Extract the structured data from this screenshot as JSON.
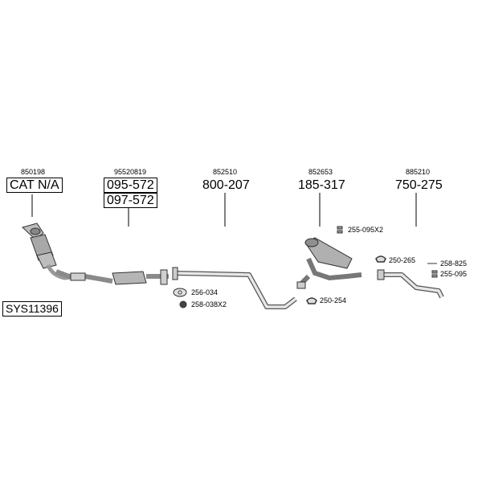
{
  "assembly_code": "SYS11396",
  "groups": [
    {
      "ref": "850198",
      "parts": [
        "CAT N/A"
      ],
      "boxed": true
    },
    {
      "ref": "95520819",
      "parts": [
        "095-572",
        "097-572"
      ],
      "boxed": true
    },
    {
      "ref": "852510",
      "parts": [
        "800-207"
      ],
      "boxed": false
    },
    {
      "ref": "852653",
      "parts": [
        "185-317"
      ],
      "boxed": false
    },
    {
      "ref": "885210",
      "parts": [
        "750-275"
      ],
      "boxed": false
    }
  ],
  "fittings": [
    {
      "code": "256-034",
      "icon": "gasket-icon"
    },
    {
      "code": "258-038X2",
      "icon": "nut-icon"
    },
    {
      "code": "255-095X2",
      "icon": "bolt-set-icon"
    },
    {
      "code": "250-254",
      "icon": "clamp-icon"
    },
    {
      "code": "250-265",
      "icon": "clamp-icon"
    },
    {
      "code": "258-825",
      "icon": "bolt-icon"
    },
    {
      "code": "255-095",
      "icon": "bolt-set-icon"
    }
  ]
}
